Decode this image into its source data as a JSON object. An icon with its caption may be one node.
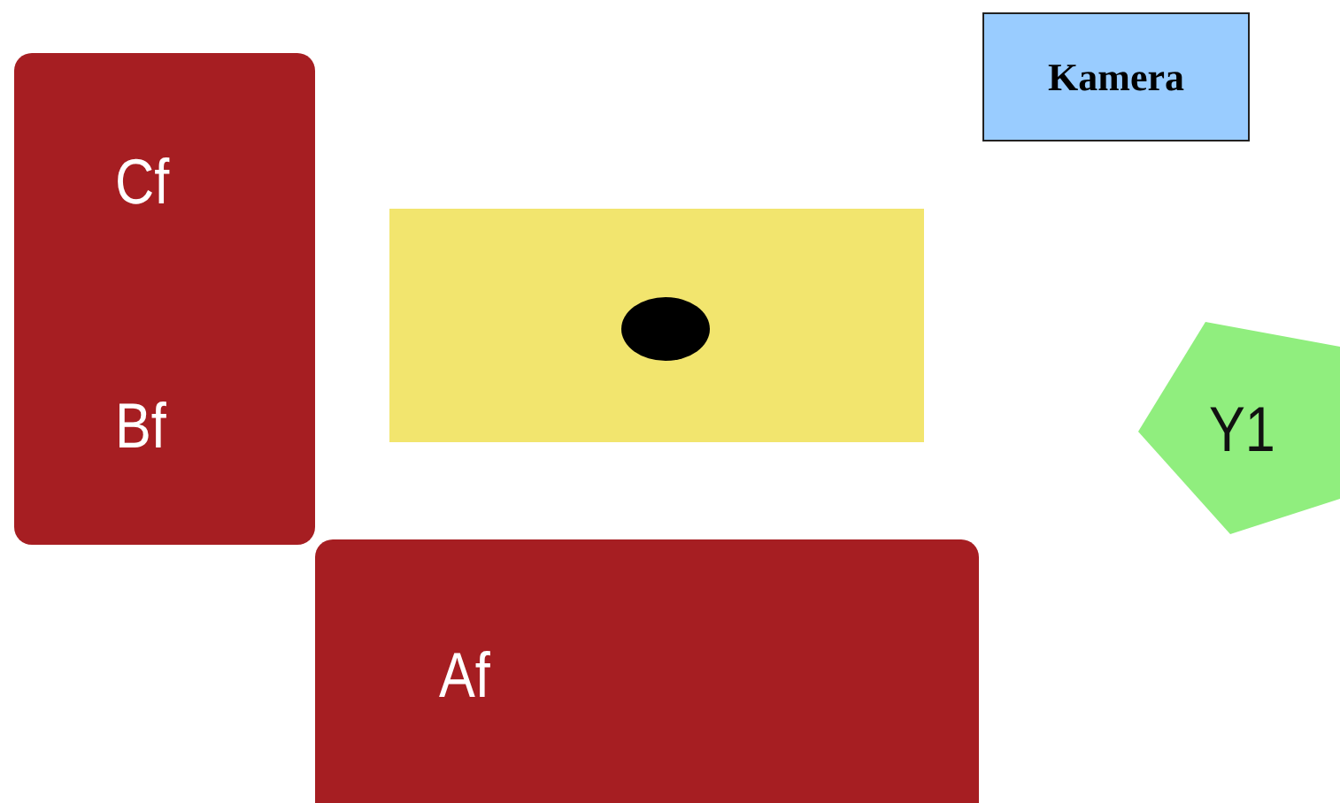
{
  "diagram": {
    "nodes": [
      {
        "text": [
          "Cf",
          "Bf"
        ]
      },
      {
        "text": [
          "Kamera"
        ]
      },
      {
        "text": [],
        "shape": "box"
      },
      {
        "text": [],
        "shape": "circle",
        "in": 2
      },
      {
        "text": [
          "Y1"
        ]
      },
      {
        "text": [
          "Af"
        ]
      }
    ]
  }
}
